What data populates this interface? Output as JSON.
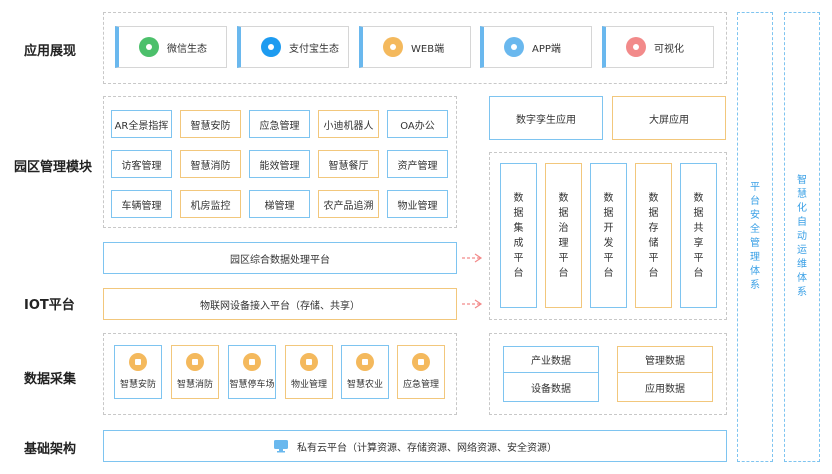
{
  "rows": {
    "app": "应用展现",
    "park": "园区管理模块",
    "iot": "IOT平台",
    "collect": "数据采集",
    "infra": "基础架构"
  },
  "apps": [
    {
      "label": "微信生态",
      "icon": "wechat-icon",
      "color": "#4cc06b"
    },
    {
      "label": "支付宝生态",
      "icon": "alipay-icon",
      "color": "#1d9bf0"
    },
    {
      "label": "WEB端",
      "icon": "web-icon",
      "color": "#f4b95d"
    },
    {
      "label": "APP端",
      "icon": "app-icon",
      "color": "#6ab8ee"
    },
    {
      "label": "可视化",
      "icon": "visual-icon",
      "color": "#f28a8a"
    }
  ],
  "modules": [
    [
      "AR全景指挥",
      "智慧安防",
      "应急管理",
      "小迪机器人",
      "OA办公"
    ],
    [
      "访客管理",
      "智慧消防",
      "能效管理",
      "智慧餐厅",
      "资产管理"
    ],
    [
      "车辆管理",
      "机房监控",
      "梯管理",
      "农产品追溯",
      "物业管理"
    ]
  ],
  "platforms": {
    "park_data": "园区综合数据处理平台",
    "iot_access": "物联网设备接入平台（存储、共享）"
  },
  "right_top": {
    "digital_twin": "数字孪生应用",
    "big_screen": "大屏应用"
  },
  "data_platforms": [
    "数据集成平台",
    "数据治理平台",
    "数据开发平台",
    "数据存储平台",
    "数据共享平台"
  ],
  "collect": [
    "智慧安防",
    "智慧消防",
    "智慧停车场",
    "物业管理",
    "智慧农业",
    "应急管理"
  ],
  "data_types": {
    "industry": "产业数据",
    "manage": "管理数据",
    "device": "设备数据",
    "app": "应用数据"
  },
  "infra_text": "私有云平台（计算资源、存储资源、网络资源、安全资源）",
  "side": {
    "security": "平台安全管理体系",
    "ops": "智慧化自动运维体系"
  },
  "colors": {
    "blue": "#7ec4f0",
    "orange": "#f2c77c",
    "arrow": "#f28a8a"
  }
}
